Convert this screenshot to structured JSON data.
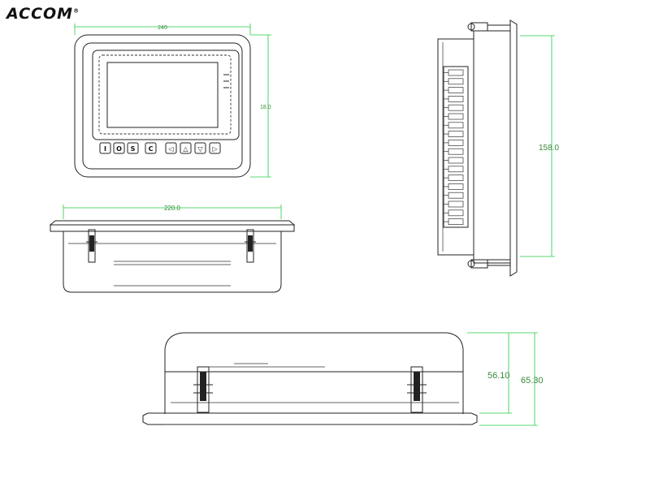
{
  "brand": {
    "name": "ACCOM",
    "trademark": "®"
  },
  "front_view": {
    "width_label": "240",
    "height_label": "18.0",
    "buttons": [
      {
        "name": "i-button",
        "glyph": "I"
      },
      {
        "name": "o-button",
        "glyph": "O"
      },
      {
        "name": "s-button",
        "glyph": "S"
      },
      {
        "name": "c-button",
        "glyph": "C"
      },
      {
        "name": "left-arrow-button",
        "glyph": "◁"
      },
      {
        "name": "up-arrow-button",
        "glyph": "△"
      },
      {
        "name": "down-arrow-button",
        "glyph": "▽"
      },
      {
        "name": "right-arrow-button",
        "glyph": "▷"
      }
    ]
  },
  "top_view": {
    "width_label": "220.0"
  },
  "side_view": {
    "height_label": "158.0"
  },
  "bottom_view": {
    "depth_inner_label": "56.10",
    "depth_outer_label": "65.30"
  }
}
